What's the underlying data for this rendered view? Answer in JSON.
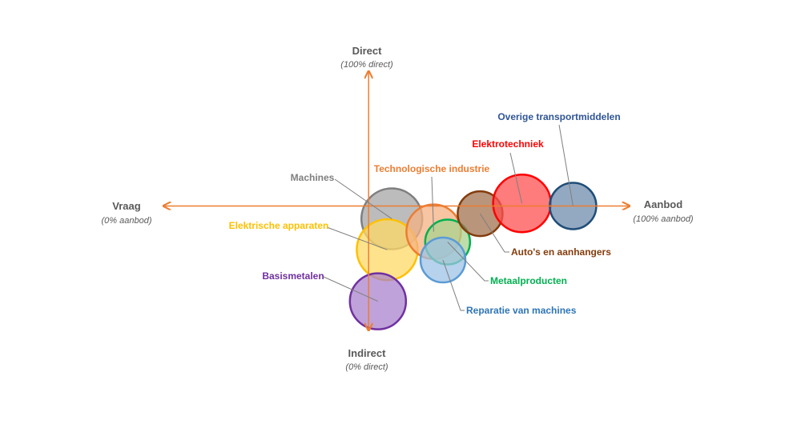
{
  "chart_data": {
    "type": "bubble",
    "axes": {
      "x": {
        "left_label": "Vraag",
        "left_sub": "(0% aanbod)",
        "right_label": "Aanbod",
        "right_sub": "(100% aanbod)",
        "range": [
          0,
          100
        ],
        "cross_at": 44
      },
      "y": {
        "top_label": "Direct",
        "top_sub": "(100% direct)",
        "bottom_label": "Indirect",
        "bottom_sub": "(0% direct)",
        "range": [
          0,
          100
        ],
        "cross_at": 48
      },
      "axis_color": "#ED7D31"
    },
    "bubbles": [
      {
        "name": "Machines",
        "aanbod": 49,
        "direct": 43,
        "size": 38,
        "fill": "#A6A6A6",
        "stroke": "#7F7F7F",
        "label_color": "#7F7F7F"
      },
      {
        "name": "Elektrische apparaten",
        "aanbod": 48,
        "direct": 31,
        "size": 38,
        "fill": "#FFD966",
        "stroke": "#FFC000",
        "label_color": "#FFC000"
      },
      {
        "name": "Basismetalen",
        "aanbod": 46,
        "direct": 11,
        "size": 35,
        "fill": "#A983CC",
        "stroke": "#7030A0",
        "label_color": "#7030A0"
      },
      {
        "name": "Technologische industrie",
        "aanbod": 58,
        "direct": 38,
        "size": 34,
        "fill": "#F4B183",
        "stroke": "#ED7D31",
        "label_color": "#ED7D31"
      },
      {
        "name": "Metaalproducten",
        "aanbod": 61,
        "direct": 34,
        "size": 28,
        "fill": "#A9D18E",
        "stroke": "#00B050",
        "label_color": "#00B050"
      },
      {
        "name": "Reparatie van machines",
        "aanbod": 60,
        "direct": 27,
        "size": 28,
        "fill": "#9DC3E6",
        "stroke": "#5B9BD5",
        "label_color": "#2E75B6"
      },
      {
        "name": "Auto's en aanhangers",
        "aanbod": 68,
        "direct": 45,
        "size": 28,
        "fill": "#A0724F",
        "stroke": "#843C0C",
        "label_color": "#843C0C"
      },
      {
        "name": "Elektrotechniek",
        "aanbod": 77,
        "direct": 49,
        "size": 36,
        "fill": "#FF5050",
        "stroke": "#FF0000",
        "label_color": "#FF0000"
      },
      {
        "name": "Overige transportmiddelen",
        "aanbod": 88,
        "direct": 48,
        "size": 29,
        "fill": "#6F8CAC",
        "stroke": "#1F4E79",
        "label_color": "#2F5597"
      }
    ]
  }
}
